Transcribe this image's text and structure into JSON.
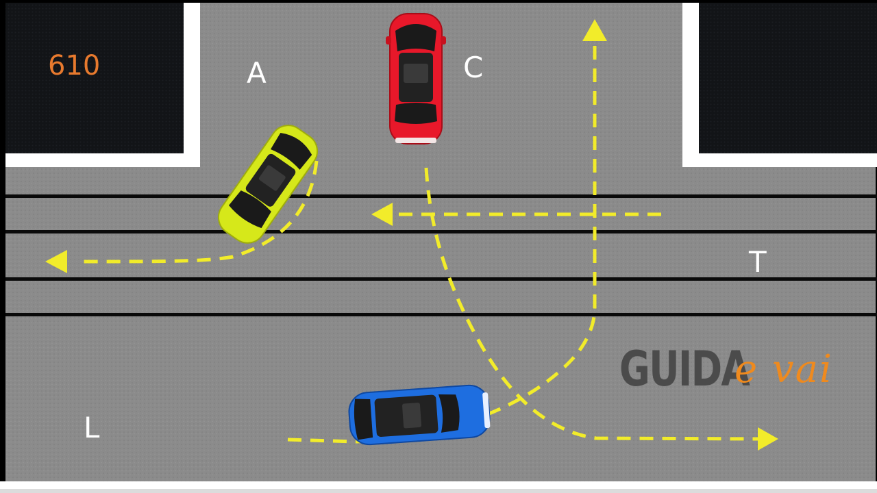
{
  "question_number": "610",
  "labels": {
    "a": "A",
    "c": "C",
    "t": "T",
    "l": "L"
  },
  "logo": {
    "main": "GUIDA",
    "accent": "e vai"
  },
  "colors": {
    "road": "#8a8a8a",
    "block": "#111316",
    "curb": "#ffffff",
    "stripe": "#0a0a0a",
    "path": "#f2ec2a",
    "car_red": "#e8182a",
    "car_yellow": "#d6e81a",
    "car_blue": "#1e6ee0",
    "number": "#e87a2e",
    "logo_gray": "#4b4b4b",
    "logo_orange": "#ef8a1e"
  },
  "vehicles": [
    {
      "id": "C",
      "color": "red",
      "heading": "down"
    },
    {
      "id": "A",
      "color": "yellow",
      "heading": "down-left"
    },
    {
      "id": "B",
      "color": "blue",
      "heading": "right"
    }
  ]
}
